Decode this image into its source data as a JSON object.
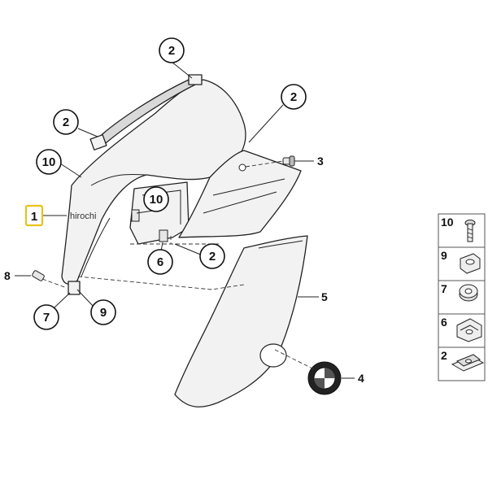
{
  "diagram": {
    "selected_label": "1",
    "watermark": "hirochi",
    "callouts": {
      "c2_top": "2",
      "c2_right": "2",
      "c2_left": "2",
      "c10_left": "10",
      "c10_inner": "10",
      "c6": "6",
      "c2_center": "2",
      "c7": "7",
      "c9": "9"
    },
    "plain_labels": {
      "l3": "3",
      "l8": "8",
      "l5": "5",
      "l4": "4"
    },
    "legend": [
      "10",
      "9",
      "7",
      "6",
      "2"
    ],
    "colors": {
      "highlight": "#e8c21a",
      "line": "#222222"
    }
  }
}
